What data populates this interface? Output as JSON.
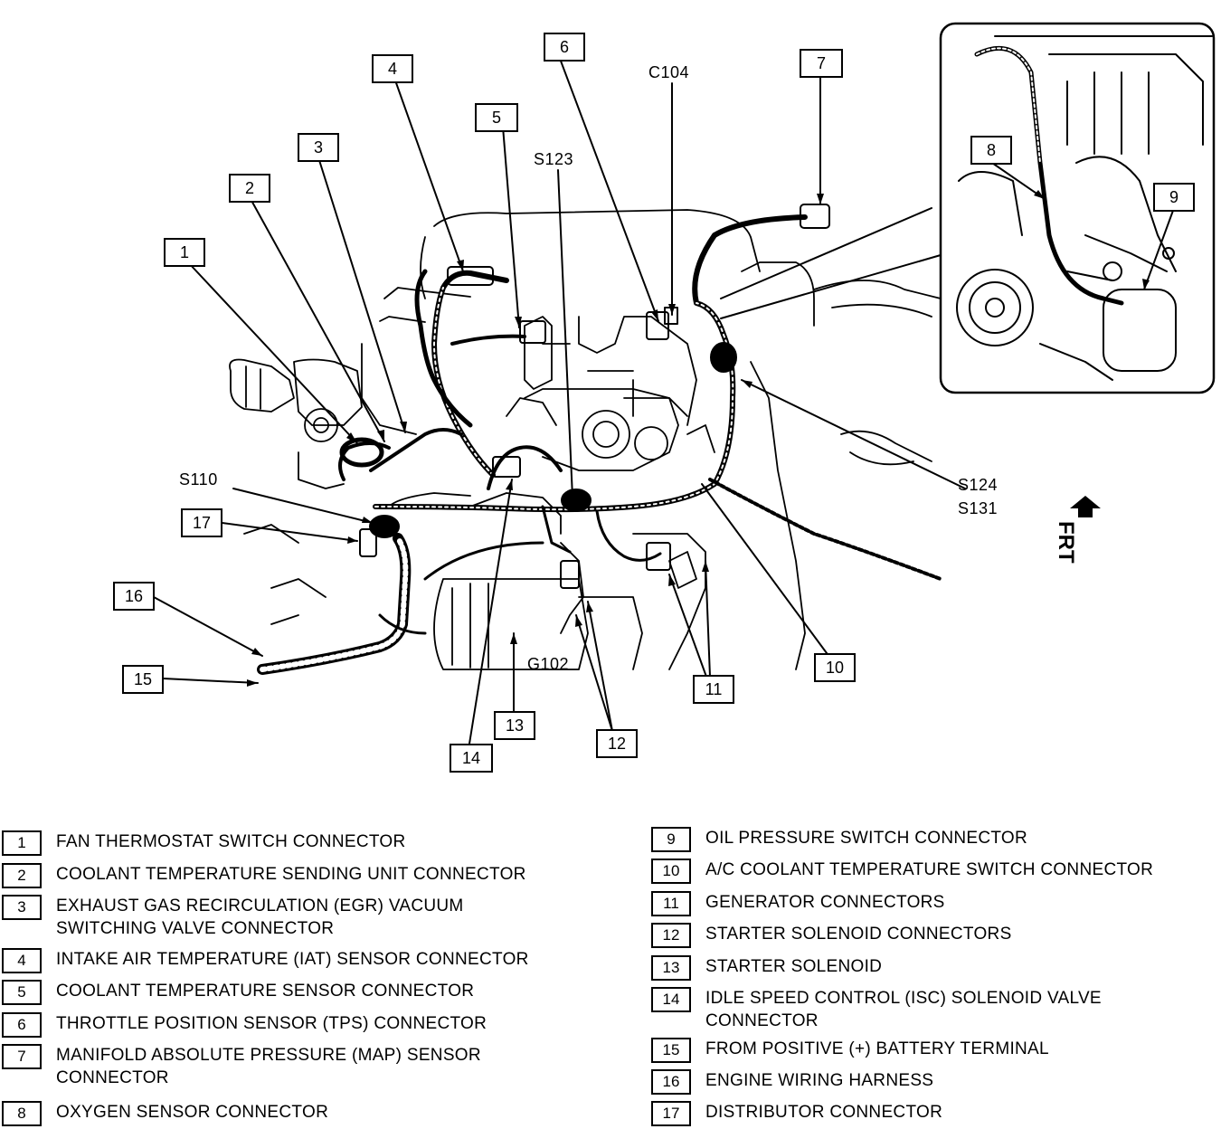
{
  "callouts": [
    "1",
    "2",
    "3",
    "4",
    "5",
    "6",
    "7",
    "8",
    "9",
    "10",
    "11",
    "12",
    "13",
    "14",
    "15",
    "16",
    "17"
  ],
  "ref_labels": {
    "c104": "C104",
    "s123": "S123",
    "s110": "S110",
    "s124": "S124",
    "s131": "S131",
    "g102": "G102"
  },
  "direction_label": "FRT",
  "legend": [
    {
      "num": "1",
      "text": "FAN THERMOSTAT SWITCH CONNECTOR"
    },
    {
      "num": "2",
      "text": "COOLANT TEMPERATURE SENDING UNIT CONNECTOR"
    },
    {
      "num": "3",
      "text": "EXHAUST GAS RECIRCULATION (EGR) VACUUM\nSWITCHING  VALVE CONNECTOR"
    },
    {
      "num": "4",
      "text": "INTAKE AIR TEMPERATURE (IAT) SENSOR CONNECTOR"
    },
    {
      "num": "5",
      "text": "COOLANT TEMPERATURE SENSOR CONNECTOR"
    },
    {
      "num": "6",
      "text": "THROTTLE POSITION SENSOR (TPS) CONNECTOR"
    },
    {
      "num": "7",
      "text": "MANIFOLD ABSOLUTE PRESSURE (MAP) SENSOR\nCONNECTOR"
    },
    {
      "num": "8",
      "text": "OXYGEN SENSOR CONNECTOR"
    },
    {
      "num": "9",
      "text": "OIL PRESSURE SWITCH CONNECTOR"
    },
    {
      "num": "10",
      "text": "A/C COOLANT TEMPERATURE SWITCH CONNECTOR"
    },
    {
      "num": "11",
      "text": "GENERATOR CONNECTORS"
    },
    {
      "num": "12",
      "text": "STARTER SOLENOID CONNECTORS"
    },
    {
      "num": "13",
      "text": "STARTER SOLENOID"
    },
    {
      "num": "14",
      "text": "IDLE SPEED CONTROL (ISC) SOLENOID VALVE\nCONNECTOR"
    },
    {
      "num": "15",
      "text": "FROM POSITIVE (+) BATTERY TERMINAL"
    },
    {
      "num": "16",
      "text": "ENGINE WIRING HARNESS"
    },
    {
      "num": "17",
      "text": "DISTRIBUTOR CONNECTOR"
    }
  ]
}
